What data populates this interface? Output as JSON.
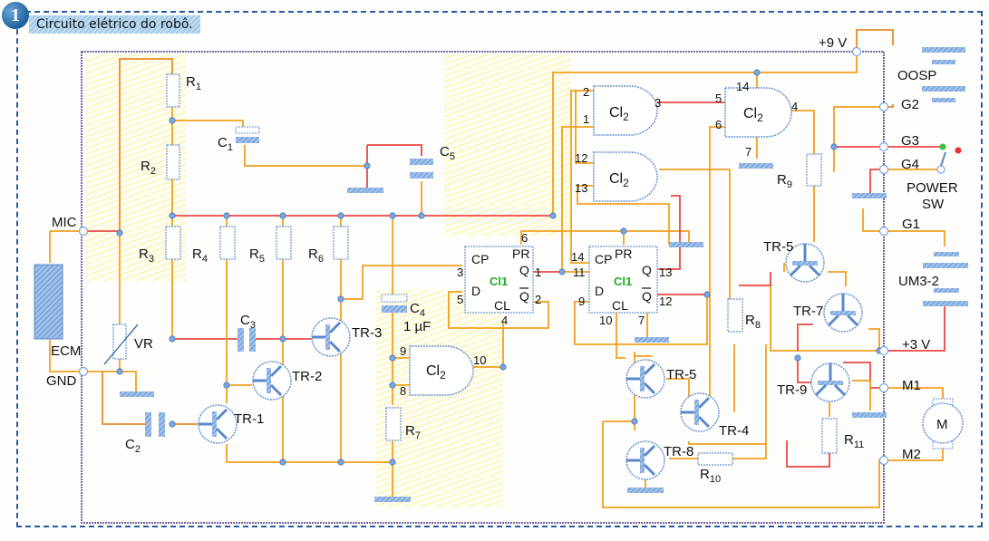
{
  "figure": {
    "number": "1",
    "title": "Circuito elétrico do robô."
  },
  "colors": {
    "wire_orange": "#f0a020",
    "wire_red": "#e84848",
    "component_blue": "#7aa6dc",
    "frame_blue": "#2c5aa0",
    "frame_purple": "#6a3a9a",
    "ic_label_green": "#22aa22",
    "highlight_yellow": "#fff8c8"
  },
  "terminals": {
    "mic": "MIC",
    "ecm": "ECM",
    "gnd": "GND",
    "plus9v": "+9 V",
    "oosp": "OOSP",
    "g2": "G2",
    "g3": "G3",
    "g4": "G4",
    "power_sw_line1": "POWER",
    "power_sw_line2": "SW",
    "g1": "G1",
    "um3": "UM3-2",
    "plus3v": "+3 V",
    "m1": "M1",
    "m2": "M2",
    "motor": "M"
  },
  "components": {
    "r1": {
      "base": "R",
      "sub": "1"
    },
    "r2": {
      "base": "R",
      "sub": "2"
    },
    "r3": {
      "base": "R",
      "sub": "3"
    },
    "r4": {
      "base": "R",
      "sub": "4"
    },
    "r5": {
      "base": "R",
      "sub": "5"
    },
    "r6": {
      "base": "R",
      "sub": "6"
    },
    "r7": {
      "base": "R",
      "sub": "7"
    },
    "r8": {
      "base": "R",
      "sub": "8"
    },
    "r9": {
      "base": "R",
      "sub": "9"
    },
    "r10": {
      "base": "R",
      "sub": "10"
    },
    "r11": {
      "base": "R",
      "sub": "11"
    },
    "c1": {
      "base": "C",
      "sub": "1"
    },
    "c2": {
      "base": "C",
      "sub": "2"
    },
    "c3": {
      "base": "C",
      "sub": "3"
    },
    "c4": {
      "base": "C",
      "sub": "4",
      "value": "1 µF"
    },
    "c5": {
      "base": "C",
      "sub": "5"
    },
    "vr": "VR",
    "tr1": "TR-1",
    "tr2": "TR-2",
    "tr3": "TR-3",
    "tr4": "TR-4",
    "tr5a": "TR-5",
    "tr5b": "TR-5",
    "tr7": "TR-7",
    "tr8": "TR-8",
    "tr9": "TR-9"
  },
  "ic1": {
    "label": "Cl1",
    "ff_a": {
      "pins": {
        "cp": "CP",
        "d": "D",
        "pr": "PR",
        "q": "Q",
        "qbar": "Q",
        "cl": "CL"
      },
      "pin_numbers": {
        "cp": "3",
        "d": "5",
        "pr": "6",
        "q": "1",
        "qbar": "2",
        "cl": "4"
      }
    },
    "ff_b": {
      "pins": {
        "cp": "CP",
        "d": "D",
        "pr": "PR",
        "q": "Q",
        "qbar": "Q",
        "cl": "CL"
      },
      "pin_numbers": {
        "cp": "11",
        "d": "9",
        "pr": "14",
        "pr_left": "14",
        "q": "13",
        "qbar": "12",
        "cl": "10",
        "gnd": "7"
      }
    }
  },
  "ic2": {
    "label_base": "Cl",
    "label_sub": "2",
    "gate_a": {
      "in1": "2",
      "in2": "1",
      "out": "3"
    },
    "gate_b": {
      "in1": "12",
      "in2": "13"
    },
    "gate_c": {
      "in1": "5",
      "in2": "6",
      "out": "4",
      "vcc": "14",
      "gnd": "7"
    },
    "gate_d": {
      "in1": "9",
      "in2": "8",
      "out": "10"
    }
  }
}
